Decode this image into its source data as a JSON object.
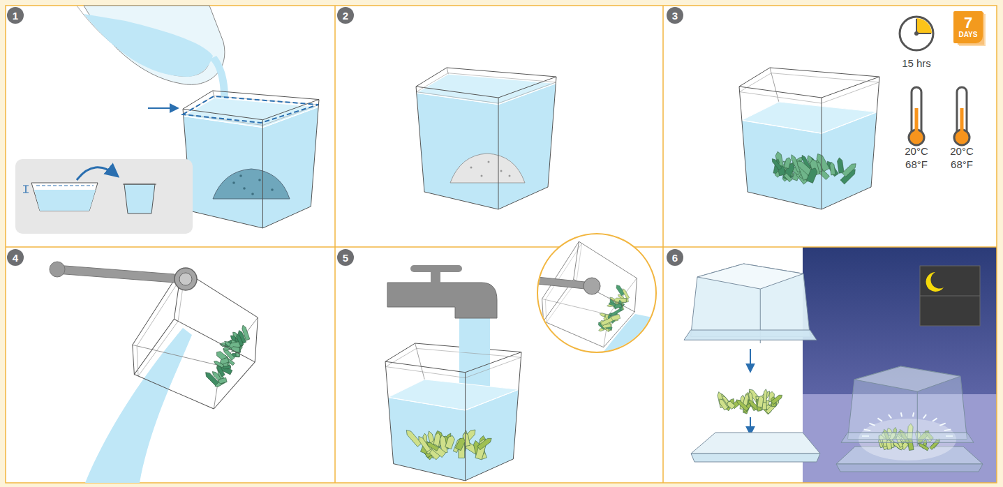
{
  "diagram": {
    "nodes": [
      {
        "text": [
          "1"
        ]
      },
      {
        "text": [
          "2"
        ]
      },
      {
        "text": [
          "3"
        ]
      },
      {
        "text": [
          "7",
          "DAYS"
        ]
      },
      {
        "text": [
          "4"
        ]
      },
      {
        "text": [
          "5"
        ]
      },
      {
        "text": [
          "6"
        ]
      }
    ],
    "labels": [
      "15 hrs",
      "20°C",
      "68°F",
      "20°C",
      "68°F"
    ]
  }
}
